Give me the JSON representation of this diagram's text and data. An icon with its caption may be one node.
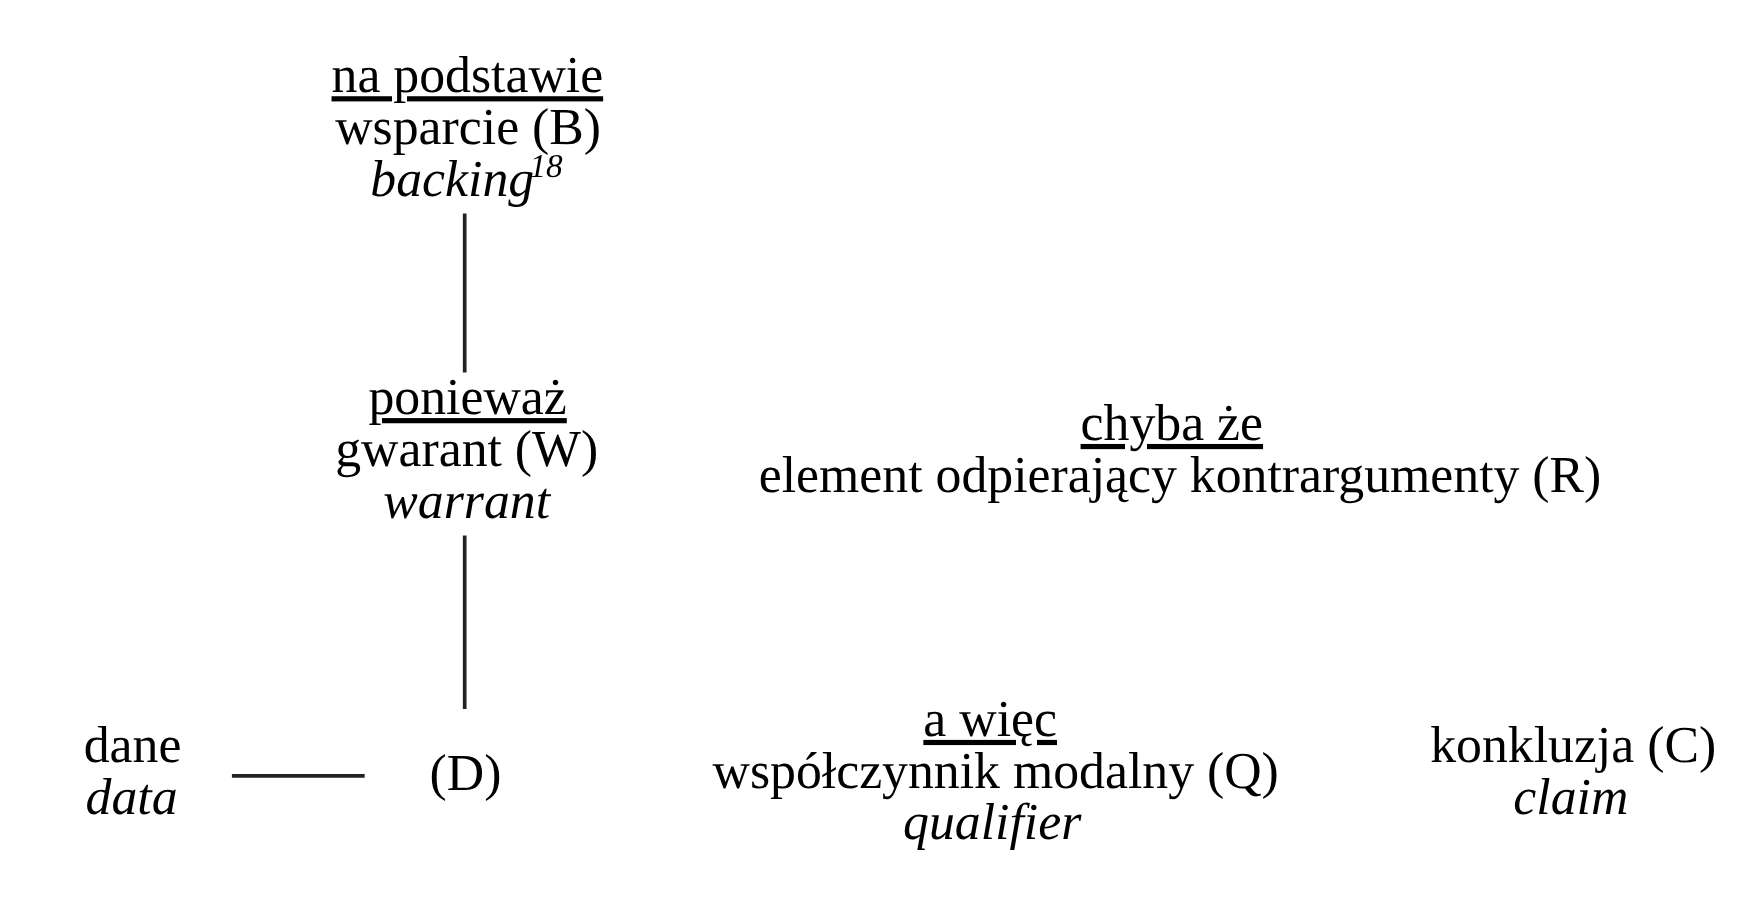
{
  "diagram": {
    "nodes": [
      {
        "text": [
          "dane",
          "data"
        ]
      },
      {
        "text": [
          "(D)"
        ]
      },
      {
        "text": [
          "a więc",
          "współczynnik modalny (Q)",
          "qualifier"
        ]
      },
      {
        "text": [
          "konkluzja (C)",
          "claim"
        ]
      },
      {
        "text": [
          "ponieważ",
          "gwarant (W)",
          "warrant"
        ]
      },
      {
        "text": [
          "chyba że",
          "element odpierający kontrargumenty (R)"
        ]
      },
      {
        "text": [
          "na podstawie",
          "wsparcie (B)",
          "backing$^{18}$"
        ]
      }
    ],
    "edges": [
      {
        "from": 0,
        "to": 1,
        "arrow": "none"
      },
      {
        "from": 4,
        "to": 1,
        "arrow": "none"
      },
      {
        "from": 6,
        "to": 4,
        "arrow": "none"
      }
    ]
  }
}
